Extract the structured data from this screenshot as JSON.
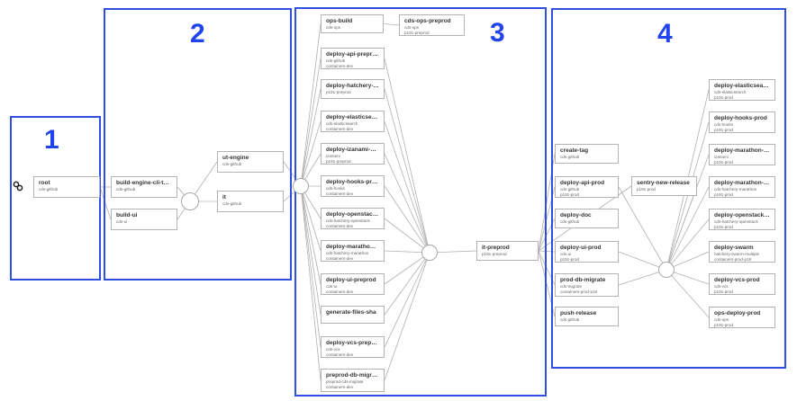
{
  "link_icon": "link-icon",
  "accent_color": "#2f4fe0",
  "stages": [
    {
      "id": "s1",
      "label": "1"
    },
    {
      "id": "s2",
      "label": "2"
    },
    {
      "id": "s3",
      "label": "3"
    },
    {
      "id": "s4",
      "label": "4"
    }
  ],
  "nodes": {
    "root": {
      "title": "root",
      "lines": [
        "cds-github"
      ]
    },
    "build_engine": {
      "title": "build-engine-cli-tools",
      "lines": [
        "cds-github"
      ]
    },
    "build_ui": {
      "title": "build-ui",
      "lines": [
        "cds-ui"
      ]
    },
    "ut_engine": {
      "title": "ut-engine",
      "lines": [
        "cds-github"
      ]
    },
    "it": {
      "title": "it",
      "lines": [
        "cds-github"
      ]
    },
    "ops_build": {
      "title": "ops-build",
      "lines": [
        "cds-ops"
      ]
    },
    "cds_ops_preprod": {
      "title": "cds-ops-preprod",
      "lines": [
        "cds-ops",
        "p191-preprod"
      ]
    },
    "deploy_api_preprod": {
      "title": "deploy-api-preprod",
      "lines": [
        "cds-github",
        "containers-dev"
      ]
    },
    "deploy_hatchery_swarm": {
      "title": "deploy-hatchery-swar...",
      "lines": [
        "p191-preprod"
      ]
    },
    "deploy_es_preprod": {
      "title": "deploy-elasticsearch-...",
      "lines": [
        "cds-elasticsearch",
        "containers-dev"
      ]
    },
    "deploy_izanami_preprod": {
      "title": "deploy-izanami-preprod",
      "lines": [
        "izanami",
        "p191-preprod"
      ]
    },
    "deploy_hooks_preprod": {
      "title": "deploy-hooks-preprod",
      "lines": [
        "cds-hooks",
        "containers-dev"
      ]
    },
    "deploy_openstack_hat": {
      "title": "deploy-openstack-hat...",
      "lines": [
        "cds-hatchery-openstack",
        "containers-dev"
      ]
    },
    "deploy_marathon_pre": {
      "title": "deploy-marathon-pre...",
      "lines": [
        "cds-hatchery-marathon",
        "containers-dev"
      ]
    },
    "deploy_ui_preprod": {
      "title": "deploy-ui-preprod",
      "lines": [
        "cds-ui",
        "containers-dev"
      ]
    },
    "generate_files_sha": {
      "title": "generate-files-sha",
      "lines": []
    },
    "deploy_vcs_preprod": {
      "title": "deploy-vcs-preprod",
      "lines": [
        "cds-vcs",
        "containers-dev"
      ]
    },
    "preprod_db_migrate": {
      "title": "preprod-db-migrate",
      "lines": [
        "preprod-cds-migrate",
        "containers-dev"
      ]
    },
    "it_preprod": {
      "title": "it-preprod",
      "lines": [
        "p191-preprod"
      ]
    },
    "create_tag": {
      "title": "create-tag",
      "lines": [
        "cds-github"
      ]
    },
    "deploy_api_prod": {
      "title": "deploy-api-prod",
      "lines": [
        "cds-github",
        "p191-prod"
      ]
    },
    "deploy_doc": {
      "title": "deploy-doc",
      "lines": [
        "cds-github"
      ]
    },
    "deploy_ui_prod": {
      "title": "deploy-ui-prod",
      "lines": [
        "cds-ui",
        "p191-prod"
      ]
    },
    "prod_db_migrate": {
      "title": "prod-db-migrate",
      "lines": [
        "cds-migrate",
        "containers-prod-p19"
      ]
    },
    "push_release": {
      "title": "push-release",
      "lines": [
        "cds-github"
      ]
    },
    "sentry_new_release": {
      "title": "sentry-new-release",
      "lines": [
        "p191-prod"
      ]
    },
    "deploy_es_prod": {
      "title": "deploy-elasticsearch-...",
      "lines": [
        "cds-elasticsearch",
        "p191-prod"
      ]
    },
    "deploy_hooks_prod": {
      "title": "deploy-hooks-prod",
      "lines": [
        "cds-hooks",
        "p191-prod"
      ]
    },
    "deploy_marathon_app": {
      "title": "deploy-marathon-app",
      "lines": [
        "izanami",
        "p191-prod"
      ]
    },
    "deploy_marathon_prod": {
      "title": "deploy-marathon-prod",
      "lines": [
        "cds-hatchery-marathon",
        "p191-prod"
      ]
    },
    "deploy_openstack_prod": {
      "title": "deploy-openstack-prod",
      "lines": [
        "cds-hatchery-openstack",
        "p191-prod"
      ]
    },
    "deploy_swarm": {
      "title": "deploy-swarm",
      "lines": [
        "hatchery-swarm-multiple",
        "containers-prod-p19"
      ]
    },
    "deploy_vcs_prod": {
      "title": "deploy-vcs-prod",
      "lines": [
        "cds-vcs",
        "p191-prod"
      ]
    },
    "ops_deploy_prod": {
      "title": "ops-deploy-prod",
      "lines": [
        "cds-ops",
        "p191-prod"
      ]
    }
  },
  "edges": [
    [
      "root",
      "build_engine"
    ],
    [
      "root",
      "build_ui"
    ],
    [
      "build_engine",
      "hub_a"
    ],
    [
      "build_ui",
      "hub_a"
    ],
    [
      "hub_a",
      "ut_engine"
    ],
    [
      "hub_a",
      "it"
    ],
    [
      "ut_engine",
      "hub_b"
    ],
    [
      "it",
      "hub_b"
    ],
    [
      "hub_b",
      "ops_build"
    ],
    [
      "hub_b",
      "deploy_api_preprod"
    ],
    [
      "hub_b",
      "deploy_hatchery_swarm"
    ],
    [
      "hub_b",
      "deploy_es_preprod"
    ],
    [
      "hub_b",
      "deploy_izanami_preprod"
    ],
    [
      "hub_b",
      "deploy_hooks_preprod"
    ],
    [
      "hub_b",
      "deploy_openstack_hat"
    ],
    [
      "hub_b",
      "deploy_marathon_pre"
    ],
    [
      "hub_b",
      "deploy_ui_preprod"
    ],
    [
      "hub_b",
      "generate_files_sha"
    ],
    [
      "hub_b",
      "deploy_vcs_preprod"
    ],
    [
      "hub_b",
      "preprod_db_migrate"
    ],
    [
      "ops_build",
      "cds_ops_preprod"
    ],
    [
      "deploy_api_preprod",
      "hub_c"
    ],
    [
      "deploy_hatchery_swarm",
      "hub_c"
    ],
    [
      "deploy_es_preprod",
      "hub_c"
    ],
    [
      "deploy_izanami_preprod",
      "hub_c"
    ],
    [
      "deploy_hooks_preprod",
      "hub_c"
    ],
    [
      "deploy_openstack_hat",
      "hub_c"
    ],
    [
      "deploy_marathon_pre",
      "hub_c"
    ],
    [
      "deploy_ui_preprod",
      "hub_c"
    ],
    [
      "generate_files_sha",
      "hub_c"
    ],
    [
      "deploy_vcs_preprod",
      "hub_c"
    ],
    [
      "preprod_db_migrate",
      "hub_c"
    ],
    [
      "hub_c",
      "it_preprod"
    ],
    [
      "it_preprod",
      "create_tag"
    ],
    [
      "it_preprod",
      "deploy_api_prod"
    ],
    [
      "it_preprod",
      "deploy_doc"
    ],
    [
      "it_preprod",
      "deploy_ui_prod"
    ],
    [
      "it_preprod",
      "prod_db_migrate"
    ],
    [
      "it_preprod",
      "push_release"
    ],
    [
      "it_preprod",
      "sentry_new_release"
    ],
    [
      "deploy_api_prod",
      "hub_d"
    ],
    [
      "deploy_ui_prod",
      "hub_d"
    ],
    [
      "prod_db_migrate",
      "hub_d"
    ],
    [
      "sentry_new_release",
      "hub_d"
    ],
    [
      "hub_d",
      "deploy_es_prod"
    ],
    [
      "hub_d",
      "deploy_hooks_prod"
    ],
    [
      "hub_d",
      "deploy_marathon_app"
    ],
    [
      "hub_d",
      "deploy_marathon_prod"
    ],
    [
      "hub_d",
      "deploy_openstack_prod"
    ],
    [
      "hub_d",
      "deploy_swarm"
    ],
    [
      "hub_d",
      "deploy_vcs_prod"
    ],
    [
      "hub_d",
      "ops_deploy_prod"
    ]
  ]
}
